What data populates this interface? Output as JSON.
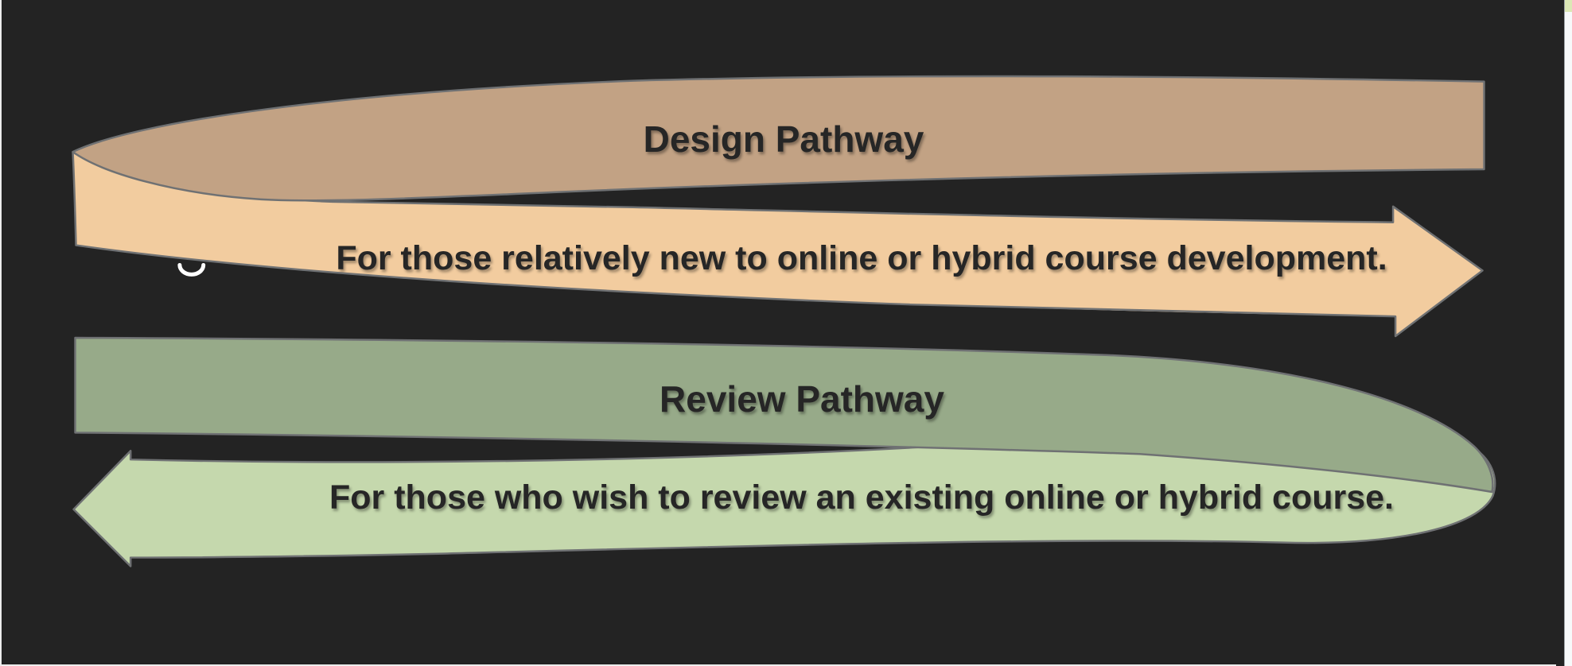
{
  "slide": {
    "background": "#232323",
    "edge_line_color": "#ececec"
  },
  "ribbons": [
    {
      "title": "Design Pathway",
      "description": "For those relatively new to online or hybrid course development.",
      "direction": "right",
      "top_color": "#c2a284",
      "front_color": "#f2cc9f"
    },
    {
      "title": "Review Pathway",
      "description": "For those who wish to review an existing online or hybrid course.",
      "direction": "left",
      "top_color": "#97aa89",
      "front_color": "#c5d8ad"
    }
  ],
  "outline_color": "#6f7173",
  "text_color": "#262626",
  "artifacts": {
    "hidden_glyph_color": "#ffffff"
  },
  "right_strip": {
    "background": "#f7f9fa",
    "top_block_color": "#dce8b6",
    "divider_color": "#9aa0a4"
  }
}
